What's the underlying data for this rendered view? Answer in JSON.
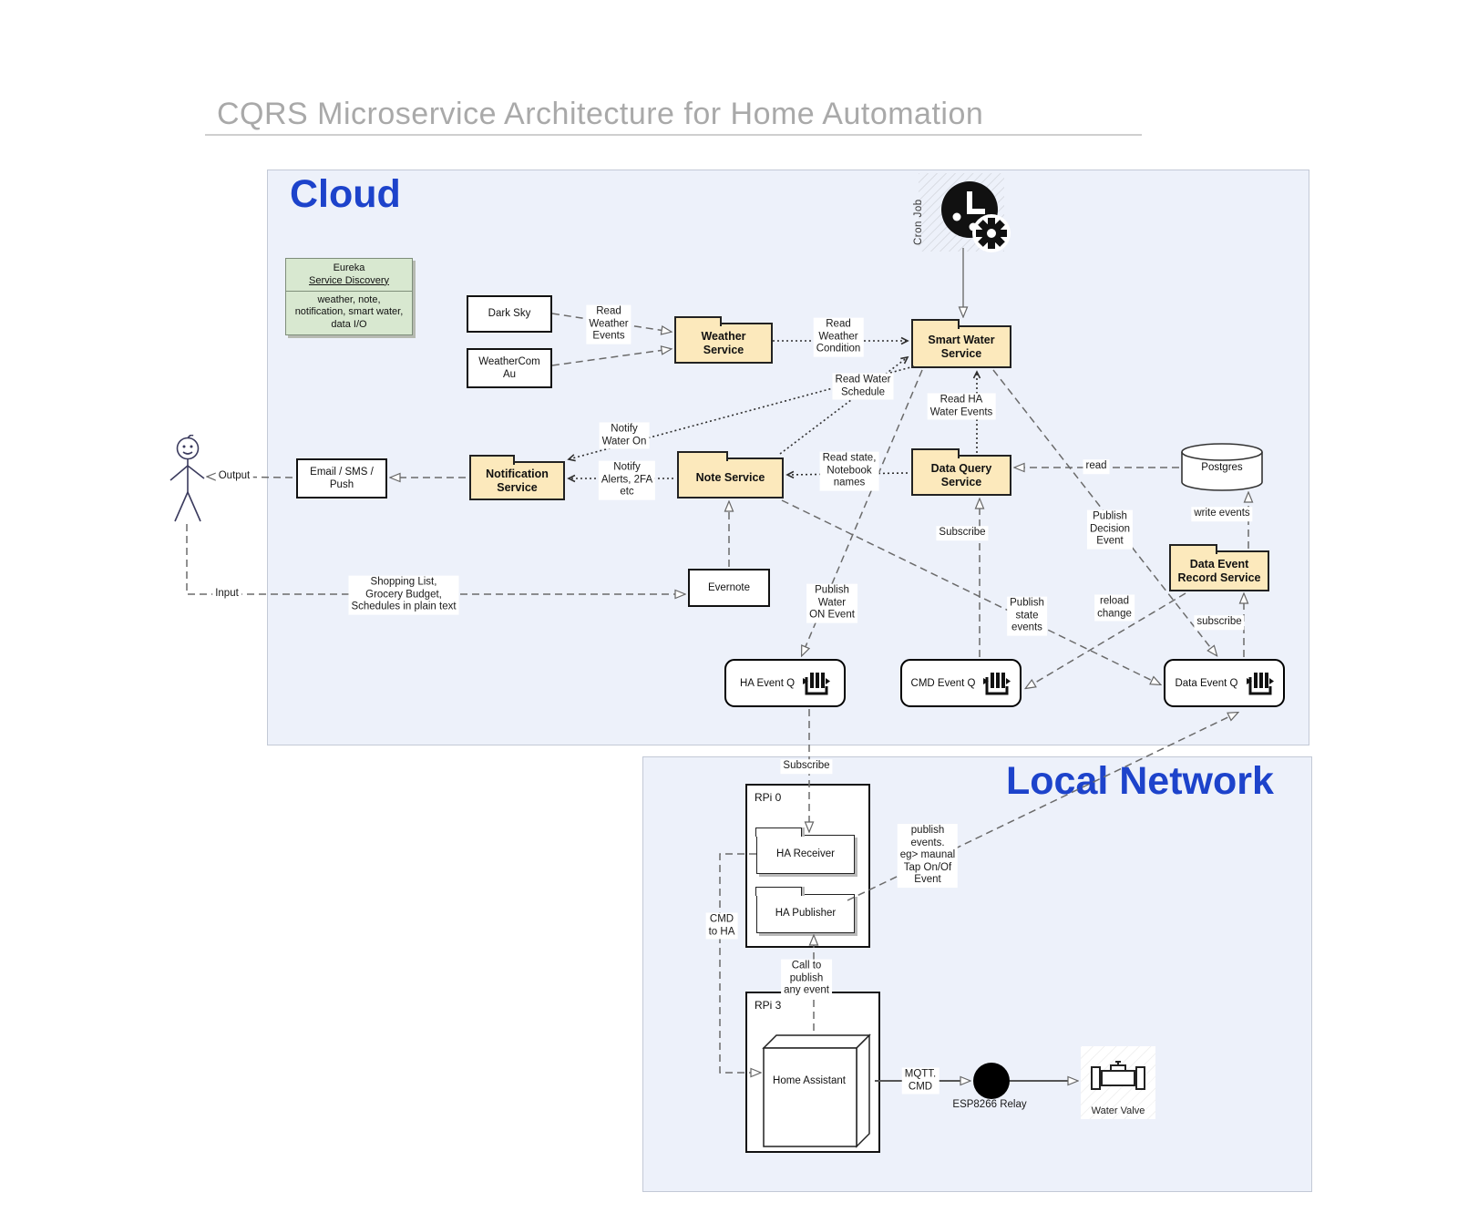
{
  "title": "CQRS Microservice Architecture for Home Automation",
  "regions": {
    "cloud": "Cloud",
    "local": "Local Network"
  },
  "nodes": {
    "eureka": {
      "title": "Eureka",
      "subtitle": "Service Discovery",
      "body": "weather, note,\nnotification, smart water,\ndata I/O"
    },
    "dark_sky": "Dark Sky",
    "weathercom": "WeatherCom\nAu",
    "weather_service": "Weather\nService",
    "smart_water": "Smart Water\nService",
    "notification": "Notification\nService",
    "note_service": "Note Service",
    "data_query": "Data Query\nService",
    "data_event_record": "Data Event\nRecord Service",
    "email": "Email / SMS /\nPush",
    "evernote": "Evernote",
    "postgres": "Postgres",
    "ha_event_q": "HA Event Q",
    "cmd_event_q": "CMD Event Q",
    "data_event_q": "Data Event Q",
    "cron_job": "Cron Job",
    "rpi0": "RPi 0",
    "rpi3": "RPi 3",
    "ha_receiver": "HA Receiver",
    "ha_publisher": "HA Publisher",
    "home_assistant": "Home Assistant",
    "esp8266": "ESP8266 Relay",
    "water_valve": "Water Valve"
  },
  "labels": {
    "read_weather_events": "Read\nWeather\nEvents",
    "read_weather_condition": "Read\nWeather\nCondition",
    "read_water_schedule": "Read Water\nSchedule",
    "read_ha_water_events": "Read HA\nWater Events",
    "read_state": "Read state,\nNotebook\nnames",
    "notify_water_on": "Notify\nWater On",
    "notify_alerts": "Notify\nAlerts, 2FA\netc",
    "output": "Output",
    "input": "Input",
    "shopping": "Shopping List,\nGrocery Budget,\nSchedules in plain text",
    "publish_water_on": "Publish\nWater\nON Event",
    "publish_decision": "Publish\nDecision\nEvent",
    "publish_state": "Publish\nstate\nevents",
    "subscribe_query": "Subscribe",
    "reload_change": "reload\nchange",
    "read": "read",
    "write_events": "write events",
    "subscribe_record": "subscribe",
    "subscribe_ha": "Subscribe",
    "cmd_to_ha": "CMD\nto HA",
    "call_to_publish": "Call to\npublish\nany event",
    "publish_events": "publish\nevents.\neg> maunal\nTap On/Of\nEvent",
    "mqtt_cmd": "MQTT.\nCMD"
  },
  "colors": {
    "heading_blue": "#1d43cb",
    "package_fill": "#fce9bc",
    "eureka_fill": "#d8e8d0",
    "region_fill": "#edf1fa",
    "title_gray": "#a9a9a9"
  }
}
